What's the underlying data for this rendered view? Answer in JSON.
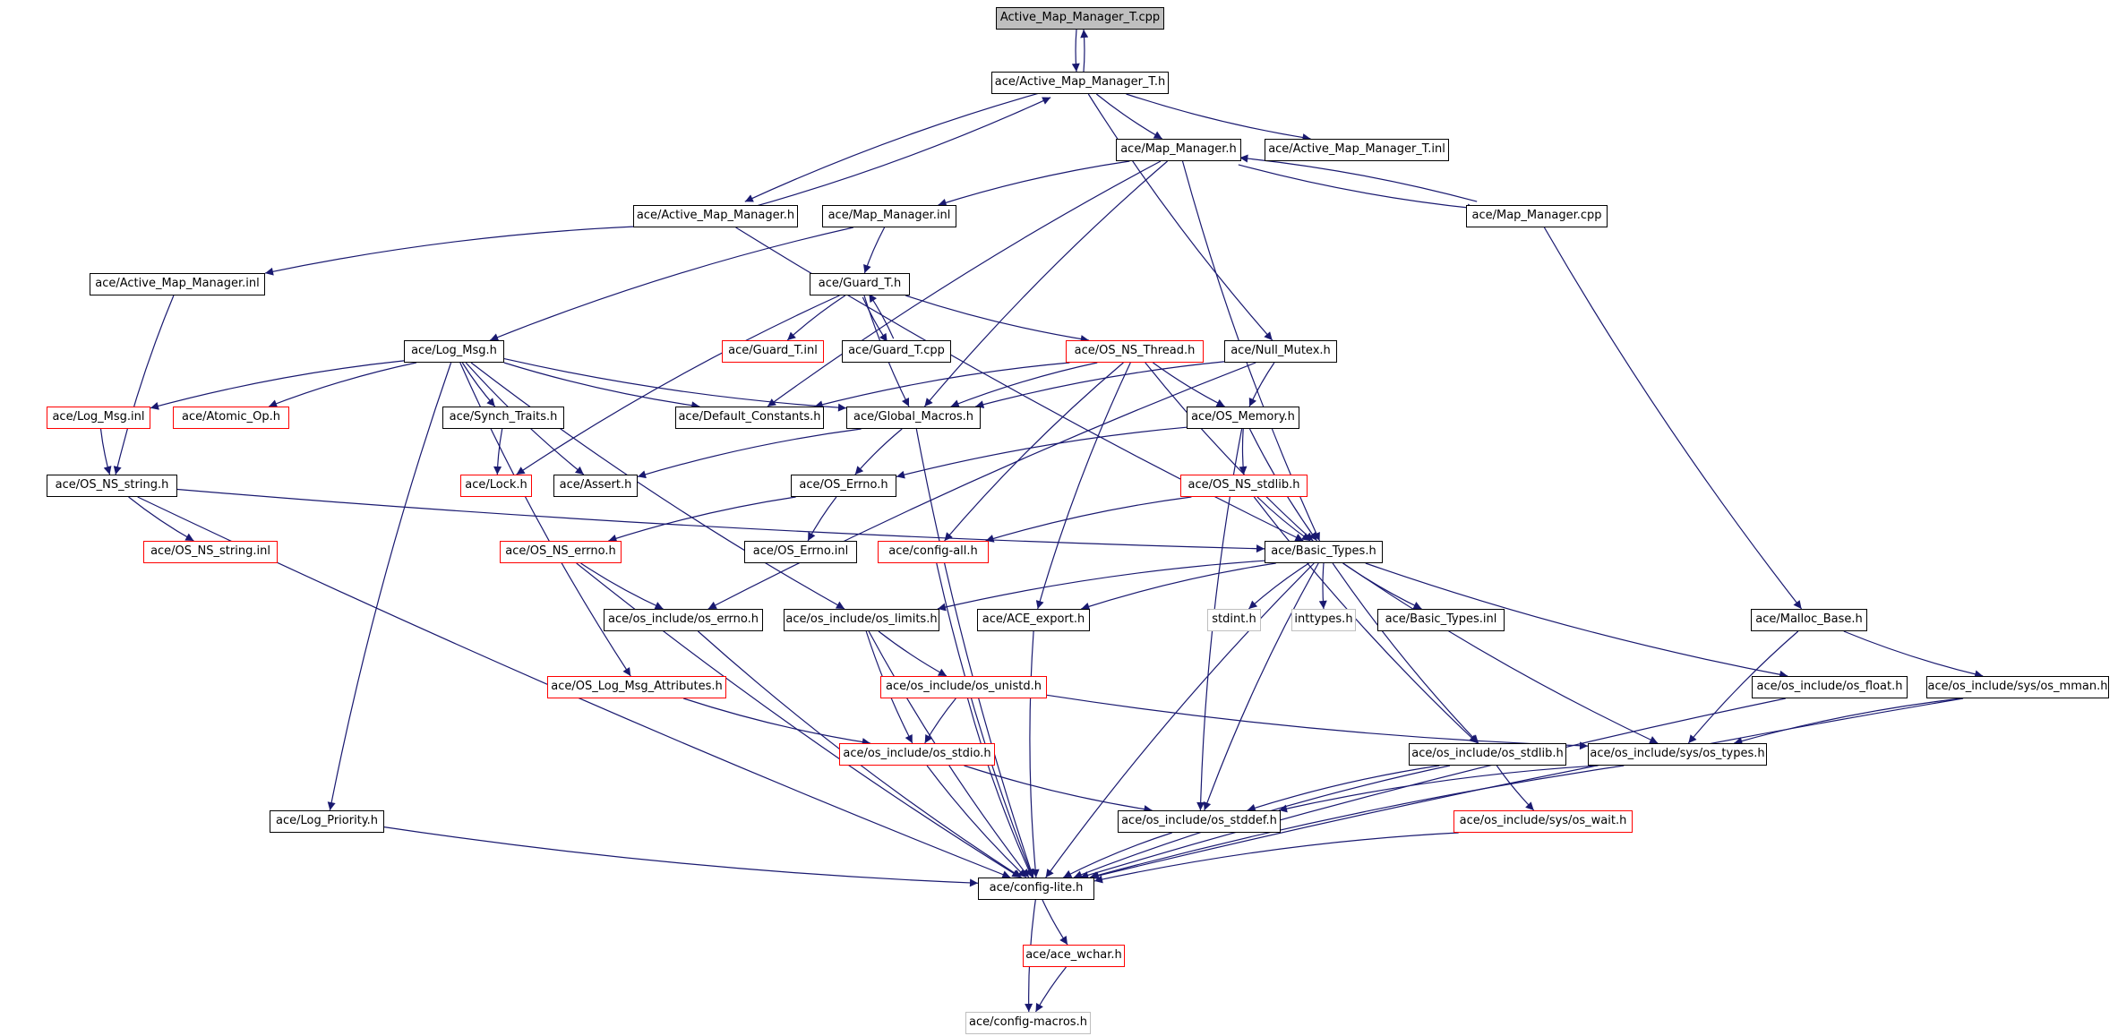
{
  "graph": {
    "edge_color": "#191970",
    "node_border_color": "#000000",
    "missing_border_color": "#ff0000",
    "external_border_color": "#bfbfbf",
    "root_fill": "#bfbfbf",
    "nodes": [
      {
        "id": "root",
        "label": "Active_Map_Manager_T.cpp",
        "style": "root"
      },
      {
        "id": "amm_t_h",
        "label": "ace/Active_Map_Manager_T.h",
        "style": "normal"
      },
      {
        "id": "map_manager_h",
        "label": "ace/Map_Manager.h",
        "style": "normal"
      },
      {
        "id": "amm_t_inl",
        "label": "ace/Active_Map_Manager_T.inl",
        "style": "normal"
      },
      {
        "id": "amm_h",
        "label": "ace/Active_Map_Manager.h",
        "style": "normal"
      },
      {
        "id": "map_manager_inl",
        "label": "ace/Map_Manager.inl",
        "style": "normal"
      },
      {
        "id": "map_manager_cpp",
        "label": "ace/Map_Manager.cpp",
        "style": "normal"
      },
      {
        "id": "amm_inl",
        "label": "ace/Active_Map_Manager.inl",
        "style": "normal"
      },
      {
        "id": "guard_t_h",
        "label": "ace/Guard_T.h",
        "style": "normal"
      },
      {
        "id": "log_msg_h",
        "label": "ace/Log_Msg.h",
        "style": "normal"
      },
      {
        "id": "guard_t_inl",
        "label": "ace/Guard_T.inl",
        "style": "red"
      },
      {
        "id": "guard_t_cpp",
        "label": "ace/Guard_T.cpp",
        "style": "normal"
      },
      {
        "id": "os_ns_thread_h",
        "label": "ace/OS_NS_Thread.h",
        "style": "red"
      },
      {
        "id": "null_mutex_h",
        "label": "ace/Null_Mutex.h",
        "style": "normal"
      },
      {
        "id": "log_msg_inl",
        "label": "ace/Log_Msg.inl",
        "style": "red"
      },
      {
        "id": "atomic_op_h",
        "label": "ace/Atomic_Op.h",
        "style": "red"
      },
      {
        "id": "synch_traits_h",
        "label": "ace/Synch_Traits.h",
        "style": "normal"
      },
      {
        "id": "default_constants_h",
        "label": "ace/Default_Constants.h",
        "style": "normal"
      },
      {
        "id": "global_macros_h",
        "label": "ace/Global_Macros.h",
        "style": "normal"
      },
      {
        "id": "os_memory_h",
        "label": "ace/OS_Memory.h",
        "style": "normal"
      },
      {
        "id": "os_ns_string_h",
        "label": "ace/OS_NS_string.h",
        "style": "normal"
      },
      {
        "id": "lock_h",
        "label": "ace/Lock.h",
        "style": "red"
      },
      {
        "id": "assert_h",
        "label": "ace/Assert.h",
        "style": "normal"
      },
      {
        "id": "os_errno_h",
        "label": "ace/OS_Errno.h",
        "style": "normal"
      },
      {
        "id": "os_ns_stdlib_h",
        "label": "ace/OS_NS_stdlib.h",
        "style": "red"
      },
      {
        "id": "os_ns_string_inl",
        "label": "ace/OS_NS_string.inl",
        "style": "red"
      },
      {
        "id": "os_ns_errno_h",
        "label": "ace/OS_NS_errno.h",
        "style": "red"
      },
      {
        "id": "os_errno_inl",
        "label": "ace/OS_Errno.inl",
        "style": "normal"
      },
      {
        "id": "config_all_h",
        "label": "ace/config-all.h",
        "style": "red"
      },
      {
        "id": "basic_types_h",
        "label": "ace/Basic_Types.h",
        "style": "normal"
      },
      {
        "id": "os_include_os_errno_h",
        "label": "ace/os_include/os_errno.h",
        "style": "normal"
      },
      {
        "id": "os_include_os_limits_h",
        "label": "ace/os_include/os_limits.h",
        "style": "normal"
      },
      {
        "id": "ace_export_h",
        "label": "ace/ACE_export.h",
        "style": "normal"
      },
      {
        "id": "stdint_h",
        "label": "stdint.h",
        "style": "gray"
      },
      {
        "id": "inttypes_h",
        "label": "inttypes.h",
        "style": "gray"
      },
      {
        "id": "basic_types_inl",
        "label": "ace/Basic_Types.inl",
        "style": "normal"
      },
      {
        "id": "malloc_base_h",
        "label": "ace/Malloc_Base.h",
        "style": "normal"
      },
      {
        "id": "os_log_msg_attributes_h",
        "label": "ace/OS_Log_Msg_Attributes.h",
        "style": "red"
      },
      {
        "id": "os_include_os_unistd_h",
        "label": "ace/os_include/os_unistd.h",
        "style": "red"
      },
      {
        "id": "os_include_os_float_h",
        "label": "ace/os_include/os_float.h",
        "style": "normal"
      },
      {
        "id": "os_include_sys_os_mman_h",
        "label": "ace/os_include/sys/os_mman.h",
        "style": "normal"
      },
      {
        "id": "os_include_os_stdio_h",
        "label": "ace/os_include/os_stdio.h",
        "style": "red"
      },
      {
        "id": "os_include_os_stdlib_h",
        "label": "ace/os_include/os_stdlib.h",
        "style": "normal"
      },
      {
        "id": "os_include_sys_os_types_h",
        "label": "ace/os_include/sys/os_types.h",
        "style": "normal"
      },
      {
        "id": "log_priority_h",
        "label": "ace/Log_Priority.h",
        "style": "normal"
      },
      {
        "id": "os_include_os_stddef_h",
        "label": "ace/os_include/os_stddef.h",
        "style": "normal"
      },
      {
        "id": "os_include_sys_os_wait_h",
        "label": "ace/os_include/sys/os_wait.h",
        "style": "red"
      },
      {
        "id": "config_lite_h",
        "label": "ace/config-lite.h",
        "style": "normal"
      },
      {
        "id": "ace_wchar_h",
        "label": "ace/ace_wchar.h",
        "style": "red"
      },
      {
        "id": "config_macros_h",
        "label": "ace/config-macros.h",
        "style": "gray"
      }
    ],
    "edges": [
      [
        "root",
        "amm_t_h"
      ],
      [
        "amm_t_h",
        "root"
      ],
      [
        "amm_t_h",
        "map_manager_h"
      ],
      [
        "amm_t_h",
        "amm_t_inl"
      ],
      [
        "amm_t_h",
        "amm_h"
      ],
      [
        "amm_t_h",
        "null_mutex_h"
      ],
      [
        "amm_h",
        "amm_t_h"
      ],
      [
        "amm_h",
        "amm_inl"
      ],
      [
        "amm_h",
        "basic_types_h"
      ],
      [
        "map_manager_h",
        "map_manager_inl"
      ],
      [
        "map_manager_h",
        "map_manager_cpp"
      ],
      [
        "map_manager_h",
        "global_macros_h"
      ],
      [
        "map_manager_h",
        "default_constants_h"
      ],
      [
        "map_manager_h",
        "basic_types_h"
      ],
      [
        "map_manager_cpp",
        "map_manager_h"
      ],
      [
        "map_manager_cpp",
        "malloc_base_h"
      ],
      [
        "map_manager_inl",
        "guard_t_h"
      ],
      [
        "map_manager_inl",
        "log_msg_h"
      ],
      [
        "amm_inl",
        "os_ns_string_h"
      ],
      [
        "guard_t_h",
        "guard_t_inl"
      ],
      [
        "guard_t_h",
        "guard_t_cpp"
      ],
      [
        "guard_t_h",
        "os_ns_thread_h"
      ],
      [
        "guard_t_h",
        "lock_h"
      ],
      [
        "guard_t_h",
        "global_macros_h"
      ],
      [
        "guard_t_cpp",
        "guard_t_h"
      ],
      [
        "log_msg_h",
        "log_msg_inl"
      ],
      [
        "log_msg_h",
        "atomic_op_h"
      ],
      [
        "log_msg_h",
        "synch_traits_h"
      ],
      [
        "log_msg_h",
        "default_constants_h"
      ],
      [
        "log_msg_h",
        "global_macros_h"
      ],
      [
        "log_msg_h",
        "assert_h"
      ],
      [
        "log_msg_h",
        "os_log_msg_attributes_h"
      ],
      [
        "log_msg_h",
        "os_include_os_limits_h"
      ],
      [
        "log_msg_h",
        "log_priority_h"
      ],
      [
        "log_msg_inl",
        "os_ns_string_h"
      ],
      [
        "synch_traits_h",
        "lock_h"
      ],
      [
        "os_ns_thread_h",
        "default_constants_h"
      ],
      [
        "os_ns_thread_h",
        "global_macros_h"
      ],
      [
        "os_ns_thread_h",
        "os_memory_h"
      ],
      [
        "os_ns_thread_h",
        "config_all_h"
      ],
      [
        "os_ns_thread_h",
        "basic_types_h"
      ],
      [
        "os_ns_thread_h",
        "ace_export_h"
      ],
      [
        "null_mutex_h",
        "global_macros_h"
      ],
      [
        "null_mutex_h",
        "os_memory_h"
      ],
      [
        "null_mutex_h",
        "os_include_os_errno_h"
      ],
      [
        "global_macros_h",
        "assert_h"
      ],
      [
        "global_macros_h",
        "os_errno_h"
      ],
      [
        "global_macros_h",
        "config_lite_h"
      ],
      [
        "os_memory_h",
        "os_errno_h"
      ],
      [
        "os_memory_h",
        "os_ns_stdlib_h"
      ],
      [
        "os_memory_h",
        "basic_types_h"
      ],
      [
        "os_memory_h",
        "os_include_os_stddef_h"
      ],
      [
        "os_errno_h",
        "os_ns_errno_h"
      ],
      [
        "os_errno_h",
        "os_errno_inl"
      ],
      [
        "os_ns_stdlib_h",
        "config_all_h"
      ],
      [
        "os_ns_stdlib_h",
        "basic_types_h"
      ],
      [
        "os_ns_stdlib_h",
        "os_include_os_stdlib_h"
      ],
      [
        "os_ns_string_h",
        "os_ns_string_inl"
      ],
      [
        "os_ns_string_h",
        "basic_types_h"
      ],
      [
        "os_ns_string_h",
        "config_lite_h"
      ],
      [
        "os_ns_errno_h",
        "os_include_os_errno_h"
      ],
      [
        "os_ns_errno_h",
        "config_lite_h"
      ],
      [
        "config_all_h",
        "config_lite_h"
      ],
      [
        "basic_types_h",
        "os_include_os_limits_h"
      ],
      [
        "basic_types_h",
        "ace_export_h"
      ],
      [
        "basic_types_h",
        "stdint_h"
      ],
      [
        "basic_types_h",
        "inttypes_h"
      ],
      [
        "basic_types_h",
        "basic_types_inl"
      ],
      [
        "basic_types_h",
        "os_include_os_float_h"
      ],
      [
        "basic_types_h",
        "os_include_os_stdlib_h"
      ],
      [
        "basic_types_h",
        "os_include_sys_os_types_h"
      ],
      [
        "basic_types_h",
        "os_include_os_stddef_h"
      ],
      [
        "basic_types_h",
        "config_lite_h"
      ],
      [
        "os_include_os_errno_h",
        "config_lite_h"
      ],
      [
        "os_include_os_limits_h",
        "os_include_os_unistd_h"
      ],
      [
        "os_include_os_limits_h",
        "os_include_os_stdio_h"
      ],
      [
        "os_include_os_limits_h",
        "config_lite_h"
      ],
      [
        "ace_export_h",
        "config_lite_h"
      ],
      [
        "malloc_base_h",
        "os_include_sys_os_types_h"
      ],
      [
        "malloc_base_h",
        "os_include_sys_os_mman_h"
      ],
      [
        "os_log_msg_attributes_h",
        "os_include_os_stdio_h"
      ],
      [
        "os_include_os_unistd_h",
        "os_include_os_stdio_h"
      ],
      [
        "os_include_os_unistd_h",
        "os_include_sys_os_types_h"
      ],
      [
        "os_include_os_unistd_h",
        "config_lite_h"
      ],
      [
        "os_include_os_float_h",
        "config_lite_h"
      ],
      [
        "os_include_sys_os_mman_h",
        "os_include_sys_os_types_h"
      ],
      [
        "os_include_sys_os_mman_h",
        "config_lite_h"
      ],
      [
        "os_include_os_stdio_h",
        "os_include_os_stddef_h"
      ],
      [
        "os_include_os_stdio_h",
        "config_lite_h"
      ],
      [
        "os_include_os_stdlib_h",
        "os_include_os_stddef_h"
      ],
      [
        "os_include_os_stdlib_h",
        "os_include_sys_os_wait_h"
      ],
      [
        "os_include_os_stdlib_h",
        "config_lite_h"
      ],
      [
        "os_include_sys_os_types_h",
        "os_include_os_stddef_h"
      ],
      [
        "os_include_sys_os_types_h",
        "config_lite_h"
      ],
      [
        "log_priority_h",
        "config_lite_h"
      ],
      [
        "os_include_os_stddef_h",
        "config_lite_h"
      ],
      [
        "os_include_sys_os_wait_h",
        "config_lite_h"
      ],
      [
        "config_lite_h",
        "ace_wchar_h"
      ],
      [
        "config_lite_h",
        "config_macros_h"
      ],
      [
        "ace_wchar_h",
        "config_macros_h"
      ]
    ]
  }
}
